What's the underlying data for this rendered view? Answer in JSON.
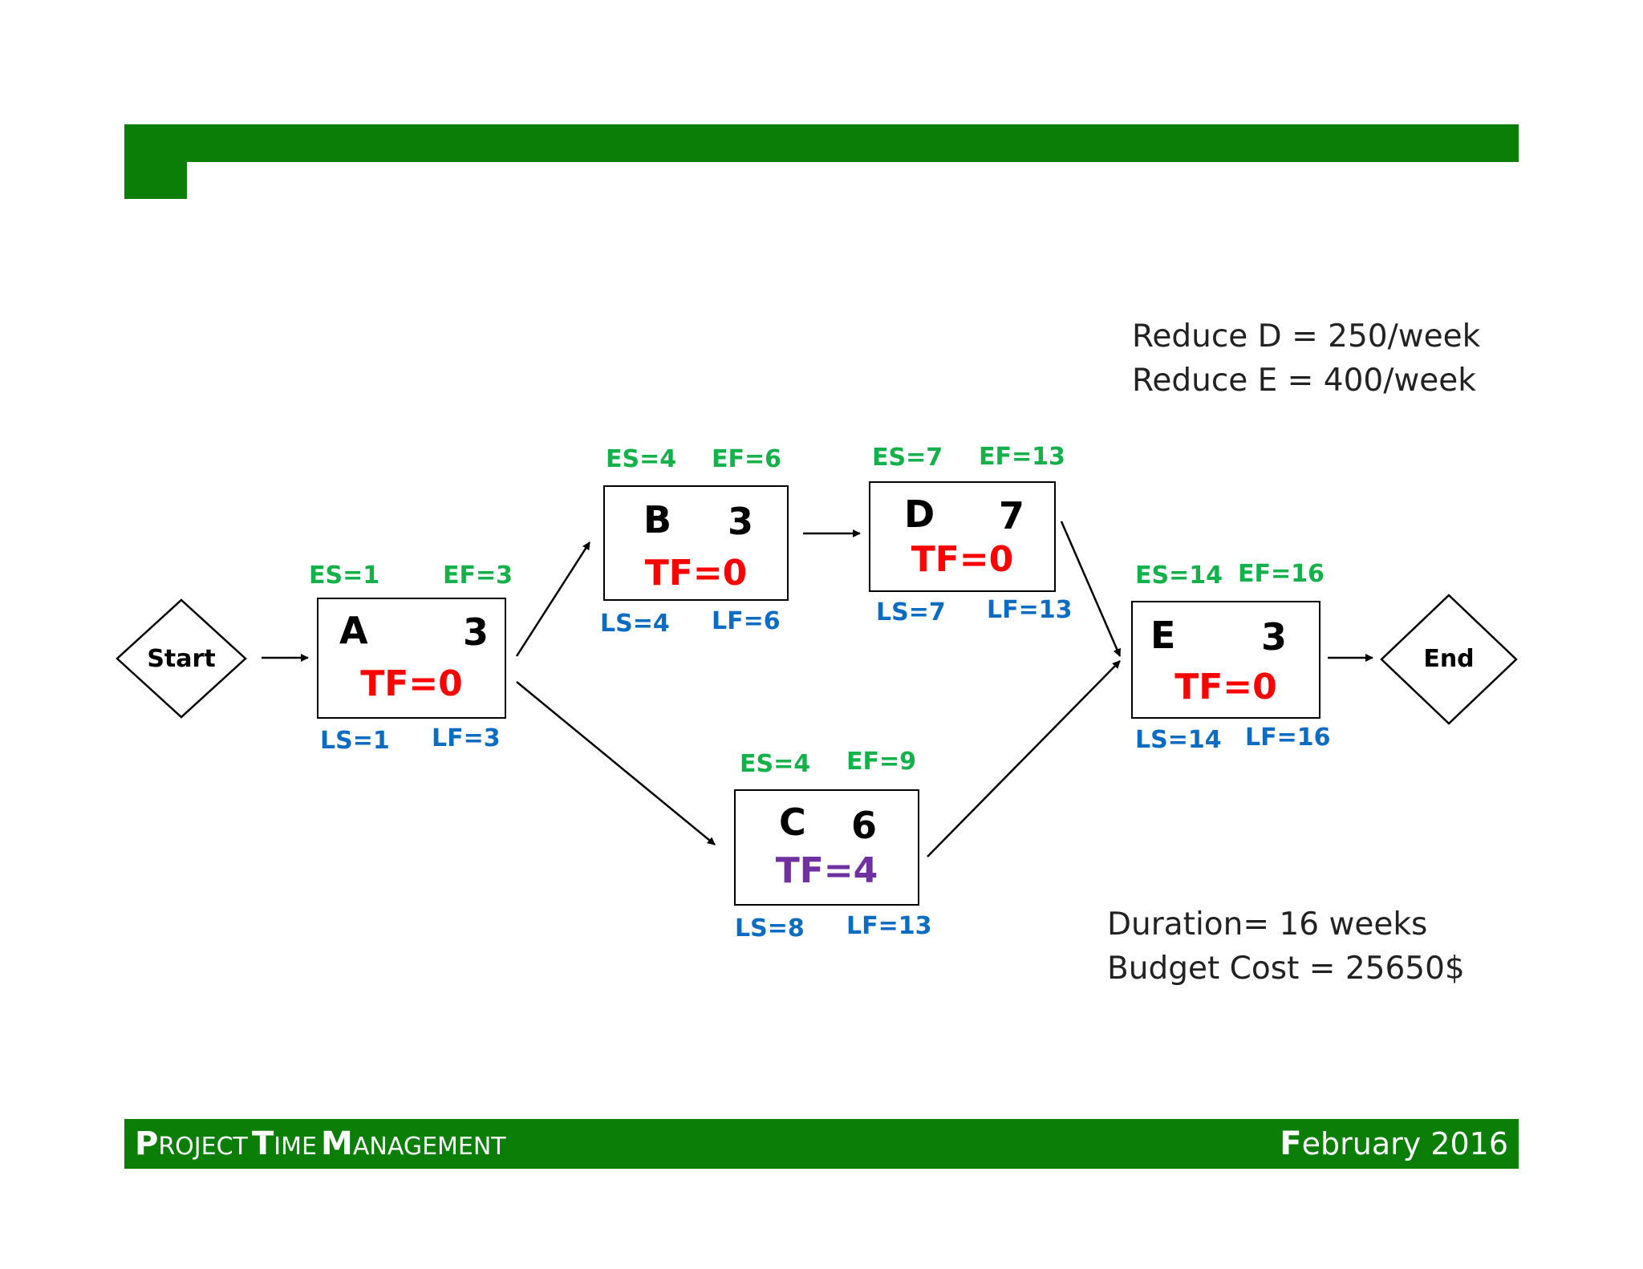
{
  "nodes": {
    "start": {
      "label": "Start"
    },
    "end": {
      "label": "End"
    },
    "a": {
      "name": "A",
      "duration": "3",
      "tf": "TF=0",
      "es": "ES=1",
      "ef": "EF=3",
      "ls": "LS=1",
      "lf": "LF=3"
    },
    "b": {
      "name": "B",
      "duration": "3",
      "tf": "TF=0",
      "es": "ES=4",
      "ef": "EF=6",
      "ls": "LS=4",
      "lf": "LF=6"
    },
    "c": {
      "name": "C",
      "duration": "6",
      "tf": "TF=4",
      "es": "ES=4",
      "ef": "EF=9",
      "ls": "LS=8",
      "lf": "LF=13"
    },
    "d": {
      "name": "D",
      "duration": "7",
      "tf": "TF=0",
      "es": "ES=7",
      "ef": "EF=13",
      "ls": "LS=7",
      "lf": "LF=13"
    },
    "e": {
      "name": "E",
      "duration": "3",
      "tf": "TF=0",
      "es": "ES=14",
      "ef": "EF=16",
      "ls": "LS=14",
      "lf": "LF=16"
    }
  },
  "notes": {
    "reduce_d": "Reduce D = 250/week",
    "reduce_e": "Reduce E = 400/week",
    "duration": "Duration= 16 weeks",
    "budget": "Budget Cost = 25650$"
  },
  "footer": {
    "left": {
      "p": "P",
      "roject": "ROJECT",
      "t": "T",
      "ime": "IME",
      "m": "M",
      "anagement": "ANAGEMENT"
    },
    "right": {
      "f": "F",
      "rest": "ebruary 2016"
    }
  },
  "colors": {
    "header_bar": "#0a7e07",
    "critical_tf": "#ff0000",
    "noncritical_tf": "#7030a0",
    "early_times": "#14b04a",
    "late_times": "#0b6cc2"
  }
}
